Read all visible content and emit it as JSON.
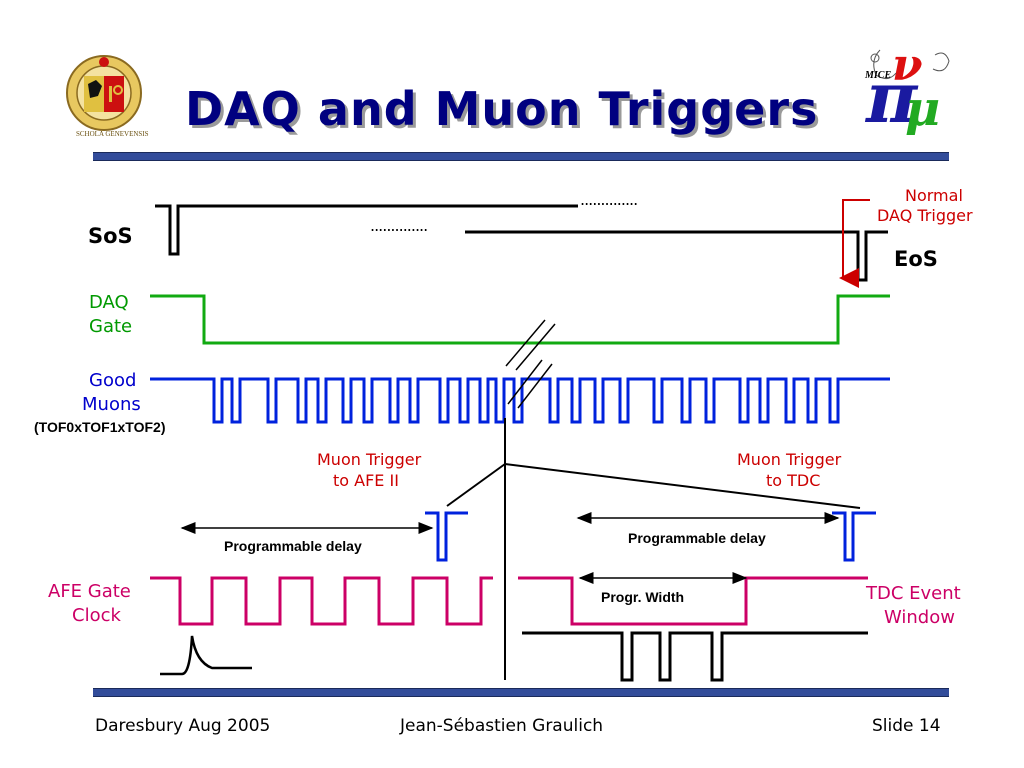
{
  "slide": {
    "title": "DAQ and Muon Triggers",
    "footer_left": "Daresbury Aug 2005",
    "footer_center": "Jean-Sébastien Graulich",
    "footer_right": "Slide 14",
    "logo_left_text": "SCHOLA GENEVENSIS",
    "logo_right_text": "MICE"
  },
  "diagram": {
    "sos": "SoS",
    "eos": "EoS",
    "ellipsis_top": "..............",
    "ellipsis_mid": "..............",
    "normal_trigger_line1": "Normal",
    "normal_trigger_line2": "DAQ Trigger",
    "daq_gate_line1": "DAQ",
    "daq_gate_line2": "Gate",
    "good_muons_line1": "Good",
    "good_muons_line2": "Muons",
    "good_muons_line3": "(TOF0xTOF1xTOF2)",
    "muon_afe_line1": "Muon Trigger",
    "muon_afe_line2": "to AFE II",
    "muon_tdc_line1": "Muon Trigger",
    "muon_tdc_line2": "to TDC",
    "prog_delay_left": "Programmable delay",
    "prog_delay_right": "Programmable delay",
    "progr_width": "Progr. Width",
    "afe_line1": "AFE Gate",
    "afe_line2": "Clock",
    "tdc_line1": "TDC Event",
    "tdc_line2": "Window"
  },
  "colors": {
    "title": "#000080",
    "bar": "#324c9a",
    "trigger_red": "#cc0000",
    "daq_green": "#009900",
    "muon_blue": "#0000cc",
    "afe_magenta": "#cc0066"
  }
}
